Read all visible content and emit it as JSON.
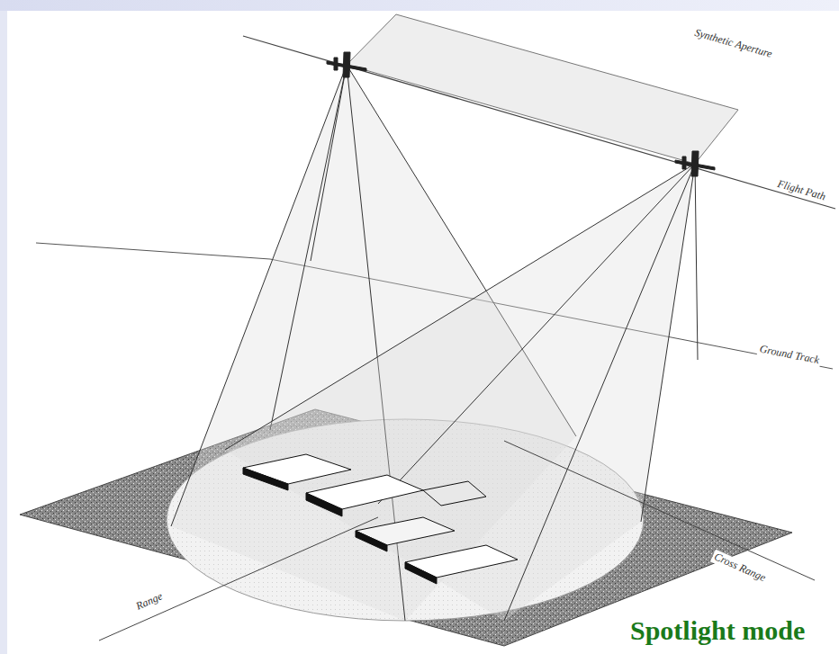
{
  "diagram": {
    "caption": "Spotlight mode",
    "labels": [
      "Synthetic Aperture",
      "Flight Path",
      "Ground Track",
      "Range",
      "Cross Range"
    ]
  }
}
